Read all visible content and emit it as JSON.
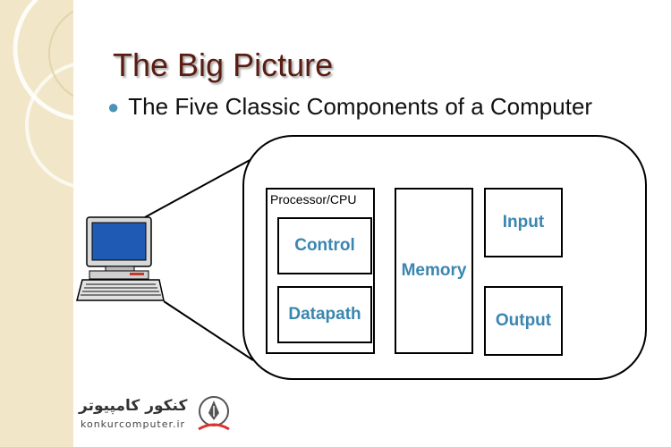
{
  "slide": {
    "title": "The Big Picture",
    "bullet": "The Five Classic Components of a Computer"
  },
  "diagram": {
    "processor_label": "Processor/CPU",
    "control": "Control",
    "datapath": "Datapath",
    "memory": "Memory",
    "input": "Input",
    "output": "Output"
  },
  "watermark": {
    "text_fa": "کنکور کامپیوتر",
    "text_en": "konkurcomputer.ir"
  },
  "colors": {
    "title": "#5a1d12",
    "box_label": "#3a86b0",
    "bullet": "#4a93b8",
    "side_band": "#f1e6c8"
  },
  "icons": [
    "computer-icon",
    "keyboard-icon",
    "watermark-logo-icon"
  ]
}
